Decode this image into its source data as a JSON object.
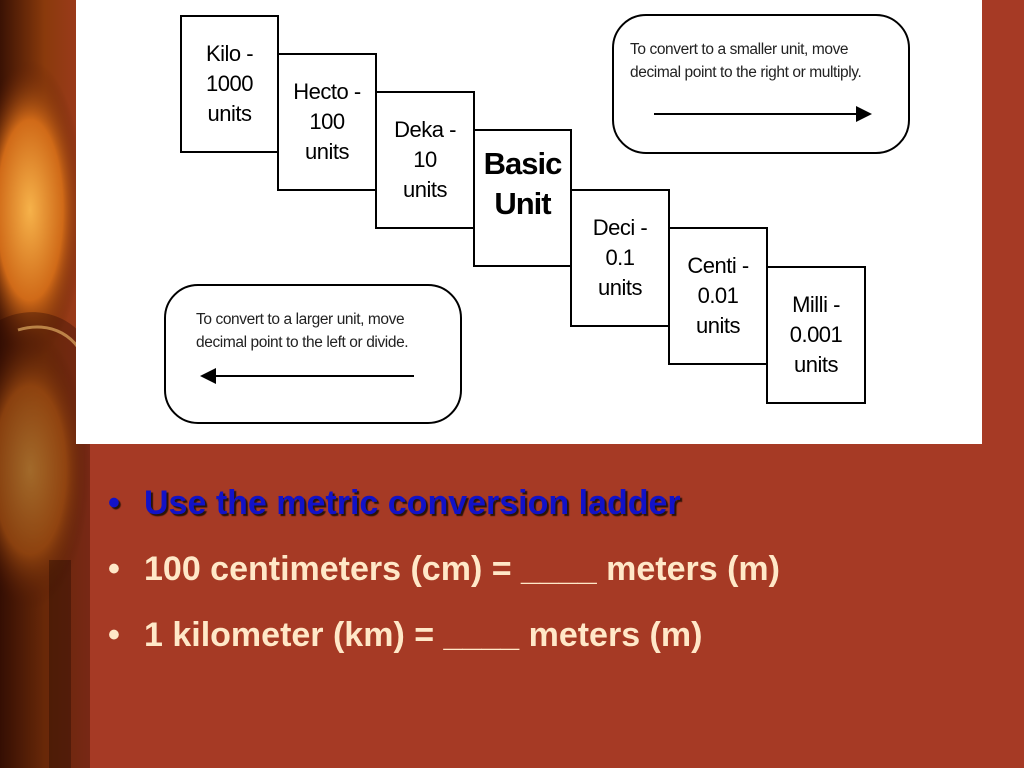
{
  "ladder": {
    "steps": [
      {
        "id": "kilo",
        "label": "Kilo -\n1000\nunits"
      },
      {
        "id": "hecto",
        "label": "Hecto -\n100\nunits"
      },
      {
        "id": "deka",
        "label": "Deka -\n10\nunits"
      },
      {
        "id": "basic",
        "label": "Basic\nUnit"
      },
      {
        "id": "deci",
        "label": "Deci -\n0.1\nunits"
      },
      {
        "id": "centi",
        "label": "Centi -\n0.01\nunits"
      },
      {
        "id": "milli",
        "label": "Milli -\n0.001\nunits"
      }
    ],
    "smaller_note": "To convert to a smaller unit, move\ndecimal  point to the right or multiply.",
    "larger_note": "To convert to a larger unit, move\ndecimal  point to the left or divide."
  },
  "bullets": [
    {
      "text": "Use the metric conversion ladder",
      "highlight": true,
      "color": "#1212c8"
    },
    {
      "text": "100 centimeters (cm) = ____ meters (m)",
      "highlight": false,
      "color": "#ffe8c8"
    },
    {
      "text": "1 kilometer (km) = ____ meters (m)",
      "highlight": false,
      "color": "#ffe8c8"
    }
  ],
  "theme": {
    "background": "#a63a25",
    "panel": "#ffffff"
  }
}
